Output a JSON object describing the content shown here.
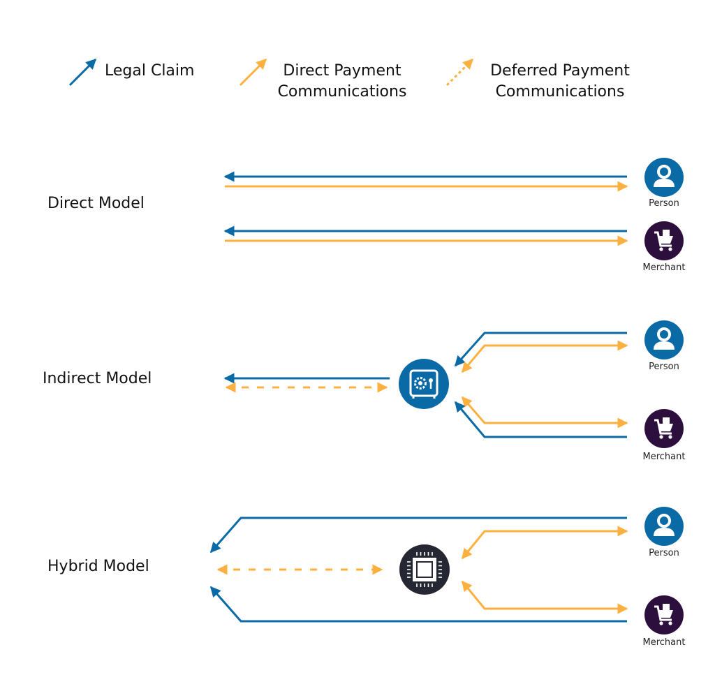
{
  "colors": {
    "legal_claim": "#0a6aa6",
    "payment": "#fcb040",
    "person_bg": "#0a6aa6",
    "merchant_bg": "#2d0f3d",
    "vault_bg": "#0a6aa6",
    "chip_bg": "#252733"
  },
  "legend": [
    {
      "label": "Legal Claim",
      "icon": "solid-blue-arrow-icon"
    },
    {
      "label": "Direct Payment Communications",
      "line1": "Direct Payment",
      "line2": "Communications",
      "icon": "solid-orange-arrow-icon"
    },
    {
      "label": "Deferred Payment Communications",
      "line1": "Deferred Payment",
      "line2": "Communications",
      "icon": "dotted-orange-arrow-icon"
    }
  ],
  "models": [
    {
      "label": "Direct Model",
      "nodes": [
        {
          "label": "Person",
          "icon": "person-icon"
        },
        {
          "label": "Merchant",
          "icon": "shopping-cart-icon"
        }
      ]
    },
    {
      "label": "Indirect Model",
      "hub": {
        "icon": "vault-safe-icon"
      },
      "nodes": [
        {
          "label": "Person",
          "icon": "person-icon"
        },
        {
          "label": "Merchant",
          "icon": "shopping-cart-icon"
        }
      ]
    },
    {
      "label": "Hybrid Model",
      "hub": {
        "icon": "microchip-icon"
      },
      "nodes": [
        {
          "label": "Person",
          "icon": "person-icon"
        },
        {
          "label": "Merchant",
          "icon": "shopping-cart-icon"
        }
      ]
    }
  ]
}
